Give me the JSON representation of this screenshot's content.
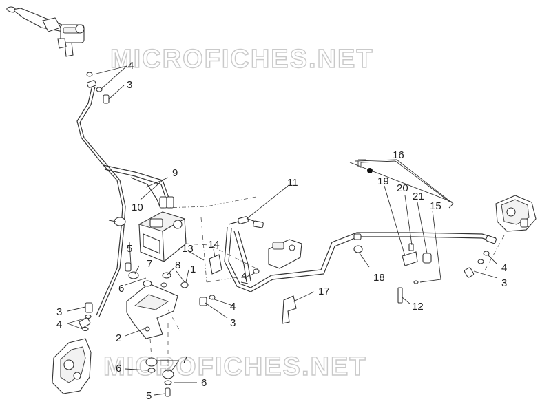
{
  "watermark": {
    "top": "MICROFICHES.NET",
    "bottom": "MICROFICHES.NET"
  },
  "kit_marker": "●",
  "callouts": {
    "c1": "1",
    "c2": "2",
    "c3a": "3",
    "c3b": "3",
    "c3c": "3",
    "c3d": "3",
    "c4a": "4",
    "c4b": "4",
    "c4c": "4",
    "c4d": "4",
    "c5a": "5",
    "c5b": "5",
    "c6a": "6",
    "c6b": "6",
    "c6c": "6",
    "c7a": "7",
    "c7b": "7",
    "c8": "8",
    "c9": "9",
    "c10": "10",
    "c11": "11",
    "c12": "12",
    "c13": "13",
    "c14": "14",
    "c15": "15",
    "c16": "16",
    "c17": "17",
    "c18": "18",
    "c19": "19",
    "c20": "20",
    "c21": "21"
  }
}
